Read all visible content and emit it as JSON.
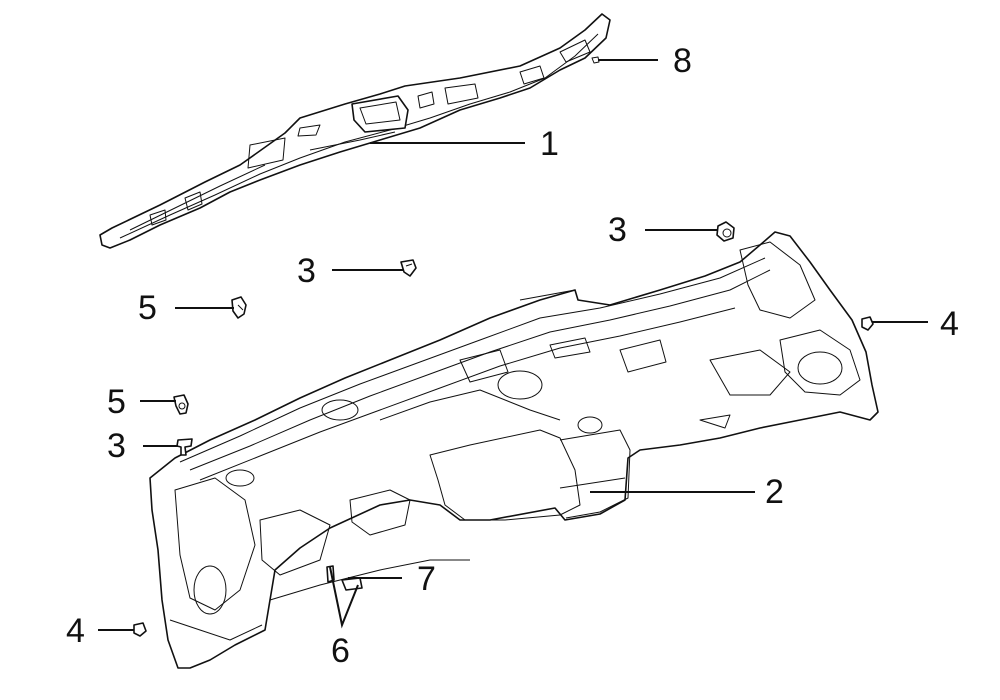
{
  "callouts": {
    "c1": "1",
    "c2": "2",
    "c3a": "3",
    "c3b": "3",
    "c3c": "3",
    "c4a": "4",
    "c4b": "4",
    "c5a": "5",
    "c5b": "5",
    "c6": "6",
    "c7": "7",
    "c8": "8"
  }
}
